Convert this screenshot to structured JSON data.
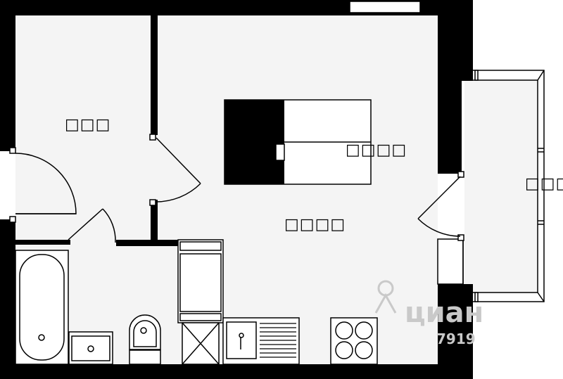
{
  "plan": {
    "rooms": [
      {
        "id": "hall",
        "label": "□□□"
      },
      {
        "id": "bedroom",
        "label": "□□□□"
      },
      {
        "id": "living",
        "label": "□□□□"
      },
      {
        "id": "balcony",
        "label": "□□□"
      }
    ]
  },
  "watermark": {
    "brand": "циан",
    "code": "7919"
  },
  "colors": {
    "wall": "#000000",
    "floor": "#f4f4f4",
    "fixture_outline": "#000000",
    "watermark": "#c9c9c9"
  }
}
